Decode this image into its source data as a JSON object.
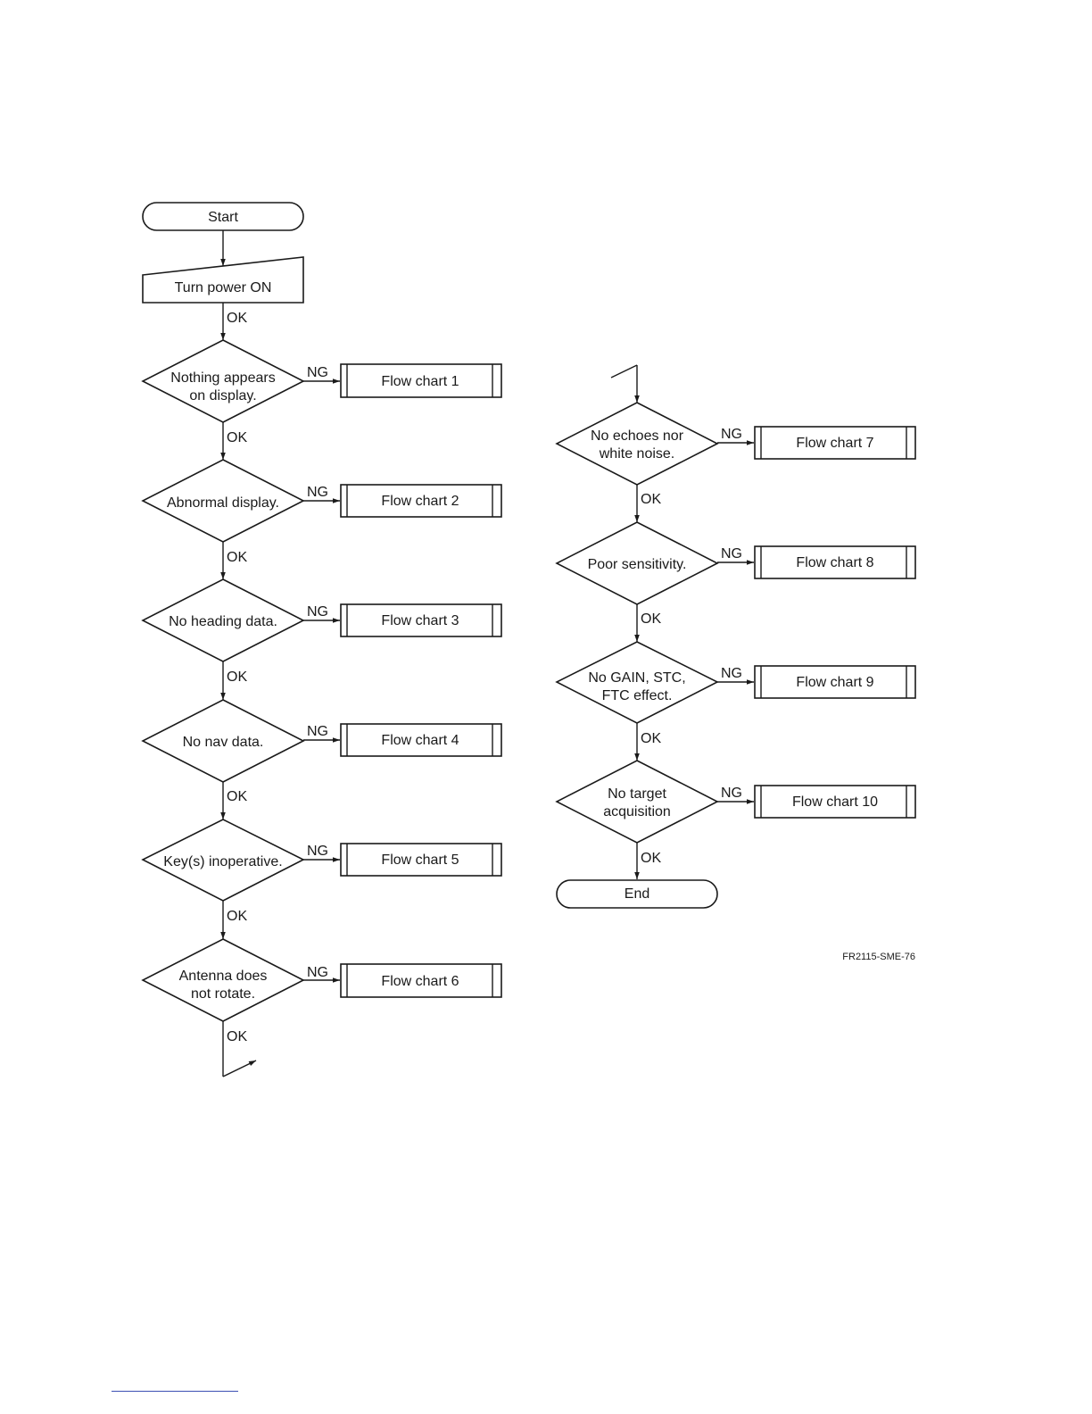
{
  "left_column": {
    "start": "Start",
    "power": "Turn power ON",
    "checks": [
      {
        "line1": "Nothing appears",
        "line2": "on display.",
        "target": "Flow chart 1"
      },
      {
        "line1": "Abnormal display.",
        "line2": "",
        "target": "Flow chart 2"
      },
      {
        "line1": "No heading data.",
        "line2": "",
        "target": "Flow chart 3"
      },
      {
        "line1": "No nav data.",
        "line2": "",
        "target": "Flow chart 4"
      },
      {
        "line1": "Key(s) inoperative.",
        "line2": "",
        "target": "Flow chart 5"
      },
      {
        "line1": "Antenna does",
        "line2": "not rotate.",
        "target": "Flow chart 6"
      }
    ]
  },
  "right_column": {
    "checks": [
      {
        "line1": "No echoes nor",
        "line2": "white noise.",
        "target": "Flow chart 7"
      },
      {
        "line1": "Poor sensitivity.",
        "line2": "",
        "target": "Flow chart 8"
      },
      {
        "line1": "No GAIN, STC,",
        "line2": "FTC effect.",
        "target": "Flow chart 9"
      },
      {
        "line1": "No target",
        "line2": "acquisition",
        "target": "Flow chart 10"
      }
    ],
    "end": "End"
  },
  "edge_labels": {
    "ok": "OK",
    "ng": "NG"
  },
  "figure_code": "FR2115-SME-76"
}
